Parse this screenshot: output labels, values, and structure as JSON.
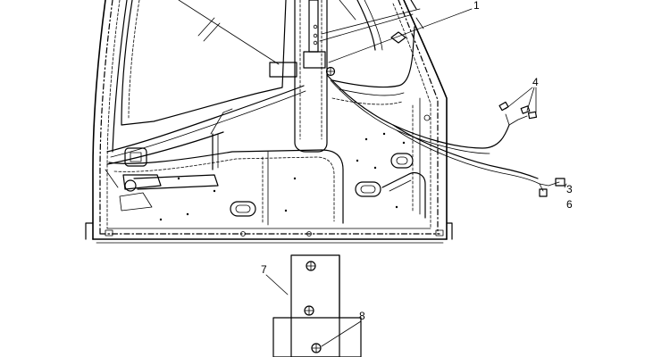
{
  "callouts": {
    "c1": "1",
    "c3": "3",
    "c4": "4",
    "c6": "6",
    "c7": "7",
    "c8": "8"
  },
  "colors": {
    "line": "#000000",
    "background": "#ffffff"
  }
}
